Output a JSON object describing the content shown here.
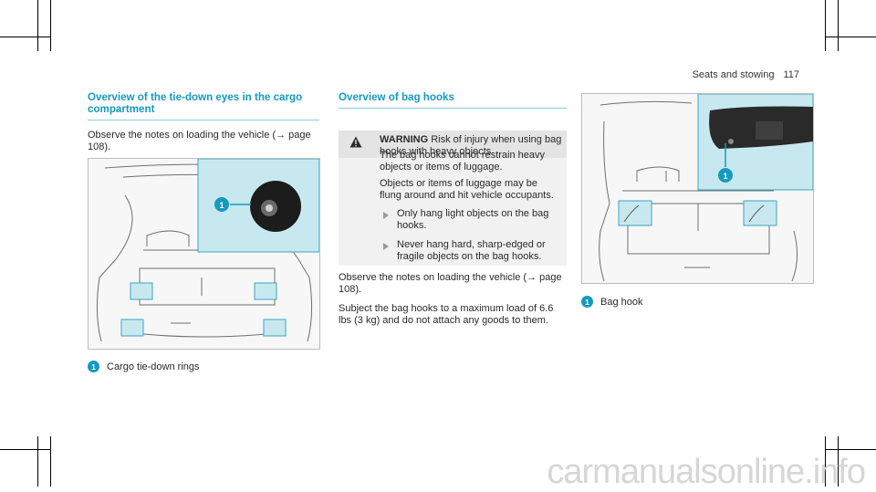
{
  "header": {
    "section": "Seats and stowing",
    "page_number": "117"
  },
  "col1": {
    "title": "Overview of the tie-down eyes in the cargo compartment",
    "text": "Observe the notes on loading the vehicle (→ page 108).",
    "callout": "1",
    "caption": "Cargo tie-down rings"
  },
  "col2": {
    "title": "Overview of bag hooks",
    "warning": {
      "label": "WARNING",
      "text": "Risk of injury when using bag hooks with heavy objects",
      "p1": "The bag hooks cannot restrain heavy objects or items of luggage.",
      "p2": "Objects or items of luggage may be flung around and hit vehicle occupants.",
      "bullets": [
        "Only hang light objects on the bag hooks.",
        "Never hang hard, sharp-edged or fragile objects on the bag hooks."
      ]
    },
    "text1": "Observe the notes on loading the vehicle (→ page 108).",
    "text2": "Subject the bag hooks to a maximum load of 6.6 lbs (3 kg) and do not attach any goods to them."
  },
  "col3": {
    "callout": "1",
    "caption": "Bag hook"
  },
  "colors": {
    "accent": "#159abf",
    "highlight": "#c8e8ef",
    "warning_bg": "#e4e4e4"
  },
  "watermark": "carmanualsonline.info"
}
